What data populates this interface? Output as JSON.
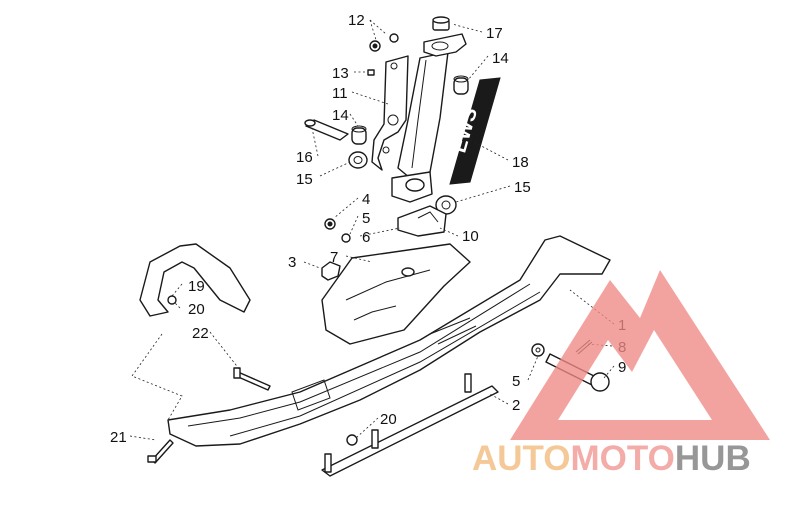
{
  "callouts": [
    {
      "id": "12",
      "text": "12"
    },
    {
      "id": "17",
      "text": "17"
    },
    {
      "id": "14a",
      "text": "14"
    },
    {
      "id": "13",
      "text": "13"
    },
    {
      "id": "11",
      "text": "11"
    },
    {
      "id": "14b",
      "text": "14"
    },
    {
      "id": "16",
      "text": "16"
    },
    {
      "id": "15a",
      "text": "15"
    },
    {
      "id": "18",
      "text": "18"
    },
    {
      "id": "15b",
      "text": "15"
    },
    {
      "id": "4",
      "text": "4"
    },
    {
      "id": "5a",
      "text": "5"
    },
    {
      "id": "6",
      "text": "6"
    },
    {
      "id": "10",
      "text": "10"
    },
    {
      "id": "3",
      "text": "3"
    },
    {
      "id": "7",
      "text": "7"
    },
    {
      "id": "19",
      "text": "19"
    },
    {
      "id": "20a",
      "text": "20"
    },
    {
      "id": "22",
      "text": "22"
    },
    {
      "id": "1",
      "text": "1"
    },
    {
      "id": "8",
      "text": "8"
    },
    {
      "id": "9",
      "text": "9"
    },
    {
      "id": "5b",
      "text": "5"
    },
    {
      "id": "2",
      "text": "2"
    },
    {
      "id": "20b",
      "text": "20"
    },
    {
      "id": "21",
      "text": "21"
    }
  ],
  "decal_text": "EWS",
  "watermark": {
    "part1": "AUTO",
    "part2": "MOTO",
    "part3": "HUB",
    "color_auto": "#f5c48f",
    "color_moto": "#f3a6a1",
    "color_hub": "#8f8f8f",
    "triangle_color": "#f08a84"
  }
}
